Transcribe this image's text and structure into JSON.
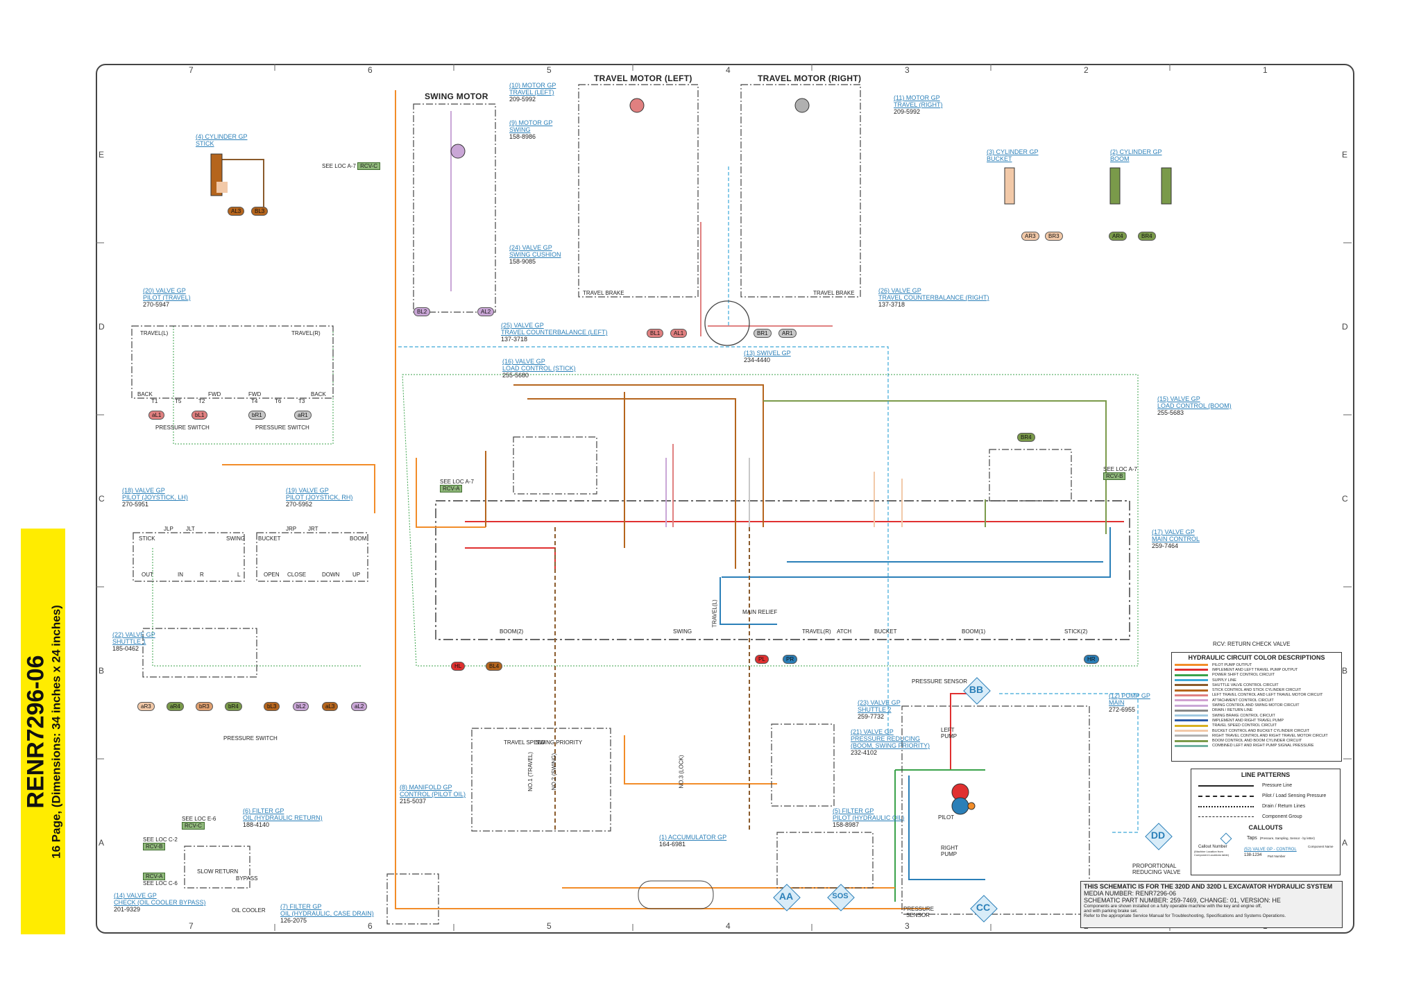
{
  "banner": {
    "doc": "RENR7296-06",
    "pages": "16 Page, (Dimensions: 34 inches x 24 inches)"
  },
  "grid": {
    "cols": [
      "7",
      "6",
      "5",
      "4",
      "3",
      "2",
      "1"
    ],
    "rows": [
      "E",
      "D",
      "C",
      "B",
      "A"
    ]
  },
  "components": [
    {
      "id": "cyl_stick",
      "link": "(4) CYLINDER GP",
      "link2": "STICK",
      "pn": ""
    },
    {
      "id": "swing_motor_title",
      "title": "SWING MOTOR"
    },
    {
      "id": "motor_travel",
      "link": "(10) MOTOR GP",
      "link2": "TRAVEL (LEFT)",
      "pn": "209-5992"
    },
    {
      "id": "motor_swing",
      "link": "(9) MOTOR GP",
      "link2": "SWING",
      "pn": "158-8986"
    },
    {
      "id": "valve_swing_cushion",
      "link": "(24) VALVE GP",
      "link2": "SWING CUSHION",
      "pn": "158-9085"
    },
    {
      "id": "travel_left_title",
      "title": "TRAVEL MOTOR (LEFT)"
    },
    {
      "id": "travel_right_title",
      "title": "TRAVEL MOTOR (RIGHT)"
    },
    {
      "id": "motor_travel_right",
      "link": "(11) MOTOR GP",
      "link2": "TRAVEL (RIGHT)",
      "pn": "209-5992"
    },
    {
      "id": "cyl_bucket",
      "link": "(3) CYLINDER GP",
      "link2": "BUCKET",
      "pn": ""
    },
    {
      "id": "cyl_boom",
      "link": "(2) CYLINDER GP",
      "link2": "BOOM",
      "pn": ""
    },
    {
      "id": "valve_pilot_travel",
      "link": "(20) VALVE GP",
      "link2": "PILOT (TRAVEL)",
      "pn": "270-5947"
    },
    {
      "id": "valve_tc_right",
      "link": "(26) VALVE GP",
      "link2": "TRAVEL COUNTERBALANCE (RIGHT)",
      "pn": "137-3718"
    },
    {
      "id": "valve_tc_left",
      "link": "(25) VALVE GP",
      "link2": "TRAVEL COUNTERBALANCE (LEFT)",
      "pn": "137-3718"
    },
    {
      "id": "swivel",
      "link": "(13) SWIVEL GP",
      "link2": "",
      "pn": "234-4440"
    },
    {
      "id": "valve_load_stick",
      "link": "(16) VALVE GP",
      "link2": "LOAD CONTROL (STICK)",
      "pn": "255-5680"
    },
    {
      "id": "valve_load_boom",
      "link": "(15) VALVE GP",
      "link2": "LOAD CONTROL (BOOM)",
      "pn": "255-5683"
    },
    {
      "id": "valve_joy_lh",
      "link": "(18) VALVE GP",
      "link2": "PILOT (JOYSTICK, LH)",
      "pn": "270-5951"
    },
    {
      "id": "valve_joy_rh",
      "link": "(19) VALVE GP",
      "link2": "PILOT (JOYSTICK, RH)",
      "pn": "270-5952"
    },
    {
      "id": "valve_main",
      "link": "(17) VALVE GP",
      "link2": "MAIN CONTROL",
      "pn": "259-7464"
    },
    {
      "id": "valve_shuttle1",
      "link": "(22) VALVE GP",
      "link2": "SHUTTLE 1",
      "pn": "185-0462"
    },
    {
      "id": "valve_shuttle2",
      "link": "(23) VALVE GP",
      "link2": "SHUTTLE 2",
      "pn": "259-7732"
    },
    {
      "id": "pump_main",
      "link": "(12) PUMP GP",
      "link2": "MAIN",
      "pn": "272-6955"
    },
    {
      "id": "valve_press_red",
      "link": "(21) VALVE GP",
      "link2": "PRESSURE REDUCING (BOOM, SWING PRIORITY)",
      "pn": "232-4102"
    },
    {
      "id": "manifold_pilot",
      "link": "(8) MANIFOLD GP",
      "link2": "CONTROL (PILOT OIL)",
      "pn": "215-5037"
    },
    {
      "id": "filter_return",
      "link": "(6) FILTER GP",
      "link2": "OIL (HYDRAULIC RETURN)",
      "pn": "188-4140"
    },
    {
      "id": "filter_pilot",
      "link": "(5) FILTER GP",
      "link2": "PILOT (HYDRAULIC OIL)",
      "pn": "158-8987"
    },
    {
      "id": "accumulator",
      "link": "(1) ACCUMULATOR GP",
      "link2": "",
      "pn": "164-6981"
    },
    {
      "id": "valve_check_cooler",
      "link": "(14) VALVE GP",
      "link2": "CHECK (OIL COOLER BYPASS)",
      "pn": "201-9329"
    },
    {
      "id": "filter_case",
      "link": "(7) FILTER GP",
      "link2": "OIL (HYDRAULIC, CASE DRAIN)",
      "pn": "126-2075"
    }
  ],
  "see_locs": [
    {
      "text": "SEE LOC A-7",
      "tag": "RCV-C"
    },
    {
      "text": "SEE LOC A-7",
      "tag": "RCV-A"
    },
    {
      "text": "SEE LOC A-7",
      "tag": "RCV-B"
    },
    {
      "text": "SEE LOC E-6",
      "tag": "RCV-C"
    },
    {
      "text": "SEE LOC C-2",
      "tag": "RCV-B"
    },
    {
      "text": "SEE LOC C-6",
      "tag": "RCV-A"
    }
  ],
  "tags": [
    {
      "t": "AL3",
      "c": "#b5651d"
    },
    {
      "t": "BL3",
      "c": "#b5651d"
    },
    {
      "t": "BL2",
      "c": "#c9a6d6"
    },
    {
      "t": "AL2",
      "c": "#c9a6d6"
    },
    {
      "t": "BL1",
      "c": "#e08080"
    },
    {
      "t": "AL1",
      "c": "#e08080"
    },
    {
      "t": "BR1",
      "c": "#c8c8c8"
    },
    {
      "t": "AR1",
      "c": "#c8c8c8"
    },
    {
      "t": "AR3",
      "c": "#f2c9a8"
    },
    {
      "t": "BR3",
      "c": "#f2c9a8"
    },
    {
      "t": "AR4",
      "c": "#7a9a4a"
    },
    {
      "t": "BR4",
      "c": "#7a9a4a"
    },
    {
      "t": "aL1",
      "c": "#e08080"
    },
    {
      "t": "bL1",
      "c": "#e08080"
    },
    {
      "t": "bR1",
      "c": "#c8c8c8"
    },
    {
      "t": "aR1",
      "c": "#c8c8c8"
    },
    {
      "t": "aR3",
      "c": "#f2c9a8"
    },
    {
      "t": "aR4",
      "c": "#7a9a4a"
    },
    {
      "t": "bR3",
      "c": "#e0a070"
    },
    {
      "t": "bR4",
      "c": "#7a9a4a"
    },
    {
      "t": "bL3",
      "c": "#b5651d"
    },
    {
      "t": "bL2",
      "c": "#c9a6d6"
    },
    {
      "t": "aL3",
      "c": "#b5651d"
    },
    {
      "t": "aL2",
      "c": "#c9a6d6"
    },
    {
      "t": "HL",
      "c": "#e03030"
    },
    {
      "t": "BL4",
      "c": "#b5651d"
    },
    {
      "t": "PL",
      "c": "#e03030"
    },
    {
      "t": "PR",
      "c": "#2a7fb8"
    },
    {
      "t": "HR",
      "c": "#2a7fb8"
    },
    {
      "t": "BR4",
      "c": "#7a9a4a"
    }
  ],
  "labels": {
    "travel_l": "TRAVEL(L)",
    "travel_r": "TRAVEL(R)",
    "back1": "BACK",
    "fwd1": "FWD",
    "fwd2": "FWD",
    "back2": "BACK",
    "t1": "T1",
    "t5": "T5",
    "t2": "T2",
    "t4": "T4",
    "t6": "T6",
    "t3": "T3",
    "ps1": "PRESSURE SWITCH",
    "ps2": "PRESSURE SWITCH",
    "ps3": "PRESSURE SWITCH",
    "stick": "STICK",
    "swing": "SWING",
    "bucket": "BUCKET",
    "boom": "BOOM",
    "out": "OUT",
    "in": "IN",
    "r": "R",
    "l": "L",
    "open": "OPEN",
    "close": "CLOSE",
    "down": "DOWN",
    "up": "UP",
    "jlp": "JLP",
    "jlt": "JLT",
    "jrp": "JRP",
    "jrt": "JRT",
    "travel_brake_l": "TRAVEL BRAKE",
    "travel_brake_r": "TRAVEL BRAKE",
    "boom2": "BOOM(2)",
    "swing_l": "SWING",
    "travel_l2": "TRAVEL(L)",
    "travel_r2": "TRAVEL(R)",
    "atch": "ATCH",
    "bucket2": "BUCKET",
    "boom1": "BOOM(1)",
    "stick2": "STICK(2)",
    "main_relief": "MAIN RELIEF",
    "rcv_note": "RCV: RETURN CHECK VALVE",
    "pressure_sensor_top": "PRESSURE SENSOR",
    "pressure_sensor_bot": "PRESSURE SENSOR",
    "pilot": "PILOT",
    "left_pump": "LEFT PUMP",
    "right_pump": "RIGHT PUMP",
    "prop_red": "PROPORTIONAL REDUCING VALVE",
    "slow_return": "SLOW RETURN",
    "bypass": "BYPASS",
    "oil_cooler": "OIL COOLER",
    "travel_speed": "TRAVEL SPEED",
    "swing_priority": "SWING PRIORITY",
    "no1": "NO.1 (TRAVEL)",
    "no2": "NO.2 (SWING)",
    "no3": "NO.3 (LOCK)"
  },
  "callout_diamonds": [
    {
      "t": "BB"
    },
    {
      "t": "DD"
    },
    {
      "t": "AA"
    },
    {
      "t": "SOS"
    },
    {
      "t": "CC"
    }
  ],
  "legend": {
    "title": "HYDRAULIC CIRCUIT COLOR DESCRIPTIONS",
    "rows": [
      {
        "c": "#f28c28",
        "t": "PILOT PUMP OUTPUT"
      },
      {
        "c": "#e03030",
        "t": "IMPLEMENT AND LEFT TRAVEL PUMP OUTPUT"
      },
      {
        "c": "#3aa24a",
        "t": "POWER SHIFT CONTROL CIRCUIT"
      },
      {
        "c": "#3aa8d8",
        "t": "SUPPLY LINE"
      },
      {
        "c": "#8a5a2b",
        "t": "SHUTTLE VALVE CONTROL CIRCUIT"
      },
      {
        "c": "#b5651d",
        "t": "STICK CONTROL AND STICK CYLINDER CIRCUIT"
      },
      {
        "c": "#e08080",
        "t": "LEFT TRAVEL CONTROL AND LEFT TRAVEL MOTOR CIRCUIT"
      },
      {
        "c": "#d0a0d0",
        "t": "ATTACHMENT CONTROL CIRCUIT"
      },
      {
        "c": "#c9a6d6",
        "t": "SWING CONTROL AND SWING MOTOR CIRCUIT"
      },
      {
        "c": "#888888",
        "t": "DRAIN / RETURN LINE"
      },
      {
        "c": "#a0c8e0",
        "t": "SWING BRAKE CONTROL CIRCUIT"
      },
      {
        "c": "#2a5aa8",
        "t": "IMPLEMENT AND RIGHT TRAVEL PUMP"
      },
      {
        "c": "#d8b020",
        "t": "TRAVEL SPEED CONTROL CIRCUIT"
      },
      {
        "c": "#f2c9a8",
        "t": "BUCKET CONTROL AND BUCKET CYLINDER CIRCUIT"
      },
      {
        "c": "#b0b0b0",
        "t": "RIGHT TRAVEL CONTROL AND RIGHT TRAVEL MOTOR CIRCUIT"
      },
      {
        "c": "#7a9a4a",
        "t": "BOOM CONTROL AND BOOM CYLINDER CIRCUIT"
      },
      {
        "c": "#6fb0a0",
        "t": "COMBINED LEFT AND RIGHT PUMP SIGNAL PRESSURE"
      }
    ]
  },
  "patterns": {
    "title": "LINE PATTERNS",
    "rows": [
      "Pressure Line",
      "Pilot / Load Sensing Pressure",
      "Drain / Return Lines",
      "Component Group"
    ],
    "callouts_title": "CALLOUTS",
    "taps": "Taps",
    "taps_note": "(Pressure, Sampling, Sensor - by letter)",
    "callout_number": "Callout Number",
    "callout_number_note": "(Machine Location from Component Locations table)",
    "example_link": "(52) VALVE GP - CONTROL",
    "example_pn": "138-1234",
    "component_name": "Component Name",
    "part_number": "Part Number"
  },
  "title_block": {
    "line1": "THIS SCHEMATIC IS FOR THE  320D AND 320D L EXCAVATOR HYDRAULIC SYSTEM",
    "line2": "MEDIA NUMBER: RENR7296-06",
    "line3": "SCHEMATIC PART NUMBER: 259-7469, CHANGE: 01, VERSION: HE",
    "line4": "Components are shown installed on a fully operable machine with the key and engine off,",
    "line5": "and with parking brake set.",
    "line6": "Refer to the appropriate Service Manual for Troubleshooting, Specifications and Systems Operations."
  }
}
